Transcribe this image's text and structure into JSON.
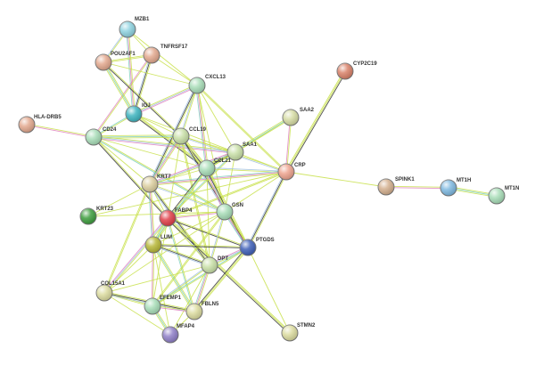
{
  "network": {
    "nodes": [
      {
        "id": "MZB1",
        "label": "MZB1",
        "color": "#8fd3e0"
      },
      {
        "id": "TNFRSF17",
        "label": "TNFRSF17",
        "color": "#e3a98f"
      },
      {
        "id": "POU2AF1",
        "label": "POU2AF1",
        "color": "#e3a98f"
      },
      {
        "id": "CXCL13",
        "label": "CXCL13",
        "color": "#a8ddb8"
      },
      {
        "id": "IGJ",
        "label": "IGJ",
        "color": "#3fb5c0"
      },
      {
        "id": "HLA-DRB5",
        "label": "HLA-DRB5",
        "color": "#e3a98f"
      },
      {
        "id": "CD24",
        "label": "CD24",
        "color": "#a8ddb8"
      },
      {
        "id": "CCL19",
        "label": "CCL19",
        "color": "#c9e0a8"
      },
      {
        "id": "CYP2C19",
        "label": "CYP2C19",
        "color": "#d9826a"
      },
      {
        "id": "SAA2",
        "label": "SAA2",
        "color": "#d6dca4"
      },
      {
        "id": "SAA1",
        "label": "SAA1",
        "color": "#c9e0a8"
      },
      {
        "id": "CCL21",
        "label": "CCL21",
        "color": "#a8ddb8"
      },
      {
        "id": "CRP",
        "label": "CRP",
        "color": "#eea48f"
      },
      {
        "id": "KRT7",
        "label": "KRT7",
        "color": "#dccfa0"
      },
      {
        "id": "SPINK1",
        "label": "SPINK1",
        "color": "#d4b08f"
      },
      {
        "id": "MT1H",
        "label": "MT1H",
        "color": "#7fb9e0"
      },
      {
        "id": "MT1N",
        "label": "MT1N",
        "color": "#a8ddb8"
      },
      {
        "id": "KRT23",
        "label": "KRT23",
        "color": "#3f9e3f"
      },
      {
        "id": "FABP4",
        "label": "FABP4",
        "color": "#e0404a"
      },
      {
        "id": "GSN",
        "label": "GSN",
        "color": "#a8ddb8"
      },
      {
        "id": "LUM",
        "label": "LUM",
        "color": "#b8b83a"
      },
      {
        "id": "PTGDS",
        "label": "PTGDS",
        "color": "#4060b8"
      },
      {
        "id": "DPT",
        "label": "DPT",
        "color": "#c9e0a8"
      },
      {
        "id": "COL15A1",
        "label": "COL15A1",
        "color": "#dcdca0"
      },
      {
        "id": "EFEMP1",
        "label": "EFEMP1",
        "color": "#a8ddb8"
      },
      {
        "id": "FBLN5",
        "label": "FBLN5",
        "color": "#dcdca0"
      },
      {
        "id": "MFAP4",
        "label": "MFAP4",
        "color": "#9080c8"
      },
      {
        "id": "STMN2",
        "label": "STMN2",
        "color": "#dcdca0"
      }
    ],
    "edges": [
      [
        "MZB1",
        "TNFRSF17"
      ],
      [
        "MZB1",
        "POU2AF1"
      ],
      [
        "MZB1",
        "IGJ"
      ],
      [
        "MZB1",
        "CXCL13"
      ],
      [
        "TNFRSF17",
        "POU2AF1"
      ],
      [
        "TNFRSF17",
        "IGJ"
      ],
      [
        "TNFRSF17",
        "CXCL13"
      ],
      [
        "TNFRSF17",
        "CD24"
      ],
      [
        "POU2AF1",
        "IGJ"
      ],
      [
        "POU2AF1",
        "CXCL13"
      ],
      [
        "POU2AF1",
        "CCL19"
      ],
      [
        "IGJ",
        "CXCL13"
      ],
      [
        "IGJ",
        "CCL19"
      ],
      [
        "IGJ",
        "CD24"
      ],
      [
        "IGJ",
        "CCL21"
      ],
      [
        "IGJ",
        "SAA1"
      ],
      [
        "CXCL13",
        "CCL19"
      ],
      [
        "CXCL13",
        "CCL21"
      ],
      [
        "CXCL13",
        "SAA1"
      ],
      [
        "CXCL13",
        "CRP"
      ],
      [
        "CXCL13",
        "KRT7"
      ],
      [
        "CXCL13",
        "GSN"
      ],
      [
        "HLA-DRB5",
        "CD24"
      ],
      [
        "CD24",
        "CCL19"
      ],
      [
        "CD24",
        "KRT7"
      ],
      [
        "CD24",
        "FABP4"
      ],
      [
        "CD24",
        "SAA1"
      ],
      [
        "CD24",
        "CCL21"
      ],
      [
        "CD24",
        "GSN"
      ],
      [
        "CCL19",
        "CCL21"
      ],
      [
        "CCL19",
        "SAA1"
      ],
      [
        "CCL19",
        "CRP"
      ],
      [
        "CCL19",
        "KRT7"
      ],
      [
        "CCL19",
        "FABP4"
      ],
      [
        "CCL19",
        "DPT"
      ],
      [
        "CCL19",
        "PTGDS"
      ],
      [
        "SAA2",
        "SAA1"
      ],
      [
        "SAA2",
        "CRP"
      ],
      [
        "SAA2",
        "CCL21"
      ],
      [
        "SAA1",
        "CRP"
      ],
      [
        "SAA1",
        "CCL21"
      ],
      [
        "SAA1",
        "KRT7"
      ],
      [
        "SAA1",
        "GSN"
      ],
      [
        "SAA1",
        "FABP4"
      ],
      [
        "CRP",
        "CYP2C19"
      ],
      [
        "CRP",
        "SPINK1"
      ],
      [
        "CRP",
        "CCL21"
      ],
      [
        "CRP",
        "KRT7"
      ],
      [
        "CRP",
        "GSN"
      ],
      [
        "CRP",
        "FABP4"
      ],
      [
        "CRP",
        "PTGDS"
      ],
      [
        "CRP",
        "KRT23"
      ],
      [
        "SPINK1",
        "MT1H"
      ],
      [
        "MT1H",
        "MT1N"
      ],
      [
        "CCL21",
        "KRT7"
      ],
      [
        "CCL21",
        "FABP4"
      ],
      [
        "CCL21",
        "GSN"
      ],
      [
        "CCL21",
        "DPT"
      ],
      [
        "CCL21",
        "LUM"
      ],
      [
        "CCL21",
        "PTGDS"
      ],
      [
        "KRT7",
        "FABP4"
      ],
      [
        "KRT7",
        "GSN"
      ],
      [
        "KRT7",
        "LUM"
      ],
      [
        "KRT7",
        "KRT23"
      ],
      [
        "KRT7",
        "COL15A1"
      ],
      [
        "KRT7",
        "DPT"
      ],
      [
        "KRT23",
        "GSN"
      ],
      [
        "FABP4",
        "GSN"
      ],
      [
        "FABP4",
        "LUM"
      ],
      [
        "FABP4",
        "DPT"
      ],
      [
        "FABP4",
        "PTGDS"
      ],
      [
        "FABP4",
        "COL15A1"
      ],
      [
        "FABP4",
        "EFEMP1"
      ],
      [
        "FABP4",
        "FBLN5"
      ],
      [
        "FABP4",
        "STMN2"
      ],
      [
        "GSN",
        "LUM"
      ],
      [
        "GSN",
        "DPT"
      ],
      [
        "GSN",
        "PTGDS"
      ],
      [
        "GSN",
        "COL15A1"
      ],
      [
        "GSN",
        "EFEMP1"
      ],
      [
        "LUM",
        "DPT"
      ],
      [
        "LUM",
        "COL15A1"
      ],
      [
        "LUM",
        "EFEMP1"
      ],
      [
        "LUM",
        "FBLN5"
      ],
      [
        "LUM",
        "MFAP4"
      ],
      [
        "LUM",
        "PTGDS"
      ],
      [
        "PTGDS",
        "DPT"
      ],
      [
        "PTGDS",
        "STMN2"
      ],
      [
        "PTGDS",
        "EFEMP1"
      ],
      [
        "PTGDS",
        "FBLN5"
      ],
      [
        "DPT",
        "COL15A1"
      ],
      [
        "DPT",
        "EFEMP1"
      ],
      [
        "DPT",
        "FBLN5"
      ],
      [
        "DPT",
        "MFAP4"
      ],
      [
        "COL15A1",
        "EFEMP1"
      ],
      [
        "COL15A1",
        "FBLN5"
      ],
      [
        "COL15A1",
        "MFAP4"
      ],
      [
        "EFEMP1",
        "FBLN5"
      ],
      [
        "EFEMP1",
        "MFAP4"
      ],
      [
        "FBLN5",
        "MFAP4"
      ]
    ],
    "edge_colors": [
      "#c8e04a",
      "#303030",
      "#a0c0e0",
      "#e080c0",
      "#80d0c0"
    ]
  }
}
